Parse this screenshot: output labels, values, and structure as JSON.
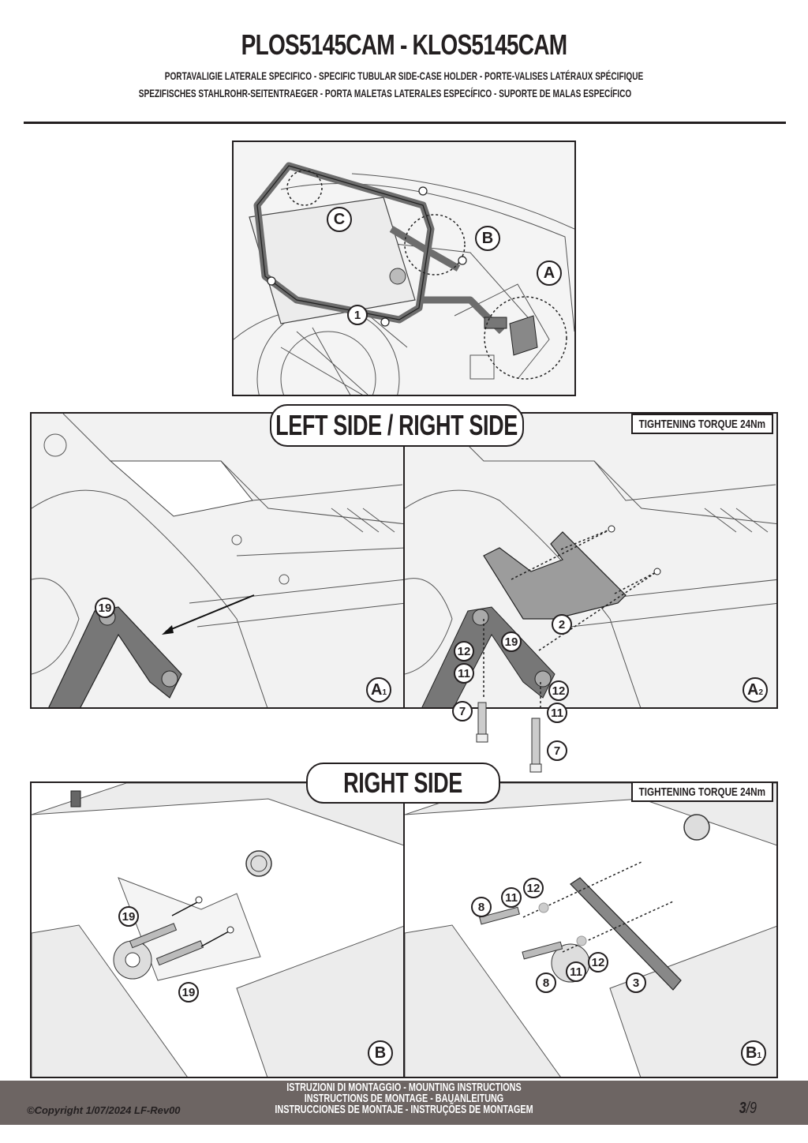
{
  "header": {
    "title": "PLOS5145CAM - KLOS5145CAM",
    "subtitle_line1": "PORTAVALIGIE LATERALE SPECIFICO  -  SPECIFIC TUBULAR SIDE-CASE HOLDER  - PORTE-VALISES LATÉRAUX SPÉCIFIQUE",
    "subtitle_line2": "SPEZIFISCHES STAHLROHR-SEITENTRAEGER - PORTA MALETAS LATERALES ESPECÍFICO - SUPORTE DE MALAS ESPECÍFICO"
  },
  "overview": {
    "callouts": {
      "c": "C",
      "b": "B",
      "a": "A",
      "part1": "1"
    }
  },
  "section1": {
    "label": "LEFT SIDE / RIGHT SIDE",
    "torque": "TIGHTENING TORQUE 24Nm",
    "panel_a1": {
      "step": "A",
      "step_sub": "1",
      "part": "19"
    },
    "panel_a2": {
      "step": "A",
      "step_sub": "2",
      "parts": {
        "p2": "2",
        "p19": "19",
        "p12a": "12",
        "p11a": "11",
        "p7a": "7",
        "p12b": "12",
        "p11b": "11",
        "p7b": "7"
      }
    }
  },
  "section2": {
    "label": "RIGHT SIDE",
    "torque": "TIGHTENING TORQUE 24Nm",
    "panel_b": {
      "step": "B",
      "part_top": "19",
      "part_bottom": "19"
    },
    "panel_b1": {
      "step": "B",
      "step_sub": "1",
      "parts": {
        "p8a": "8",
        "p11a": "11",
        "p12a": "12",
        "p11b": "11",
        "p12b": "12",
        "p8b": "8",
        "p3": "3"
      }
    }
  },
  "footer": {
    "copyright": "©Copyright 1/07/2024 LF-Rev00",
    "line1": "ISTRUZIONI DI MONTAGGIO  -  MOUNTING INSTRUCTIONS",
    "line2": "INSTRUCTIONS DE MONTAGE - BAUANLEITUNG",
    "line3": "INSTRUCCIONES DE MONTAJE - INSTRUÇÕES DE MONTAGEM",
    "page_current": "3",
    "page_total": "/9"
  }
}
